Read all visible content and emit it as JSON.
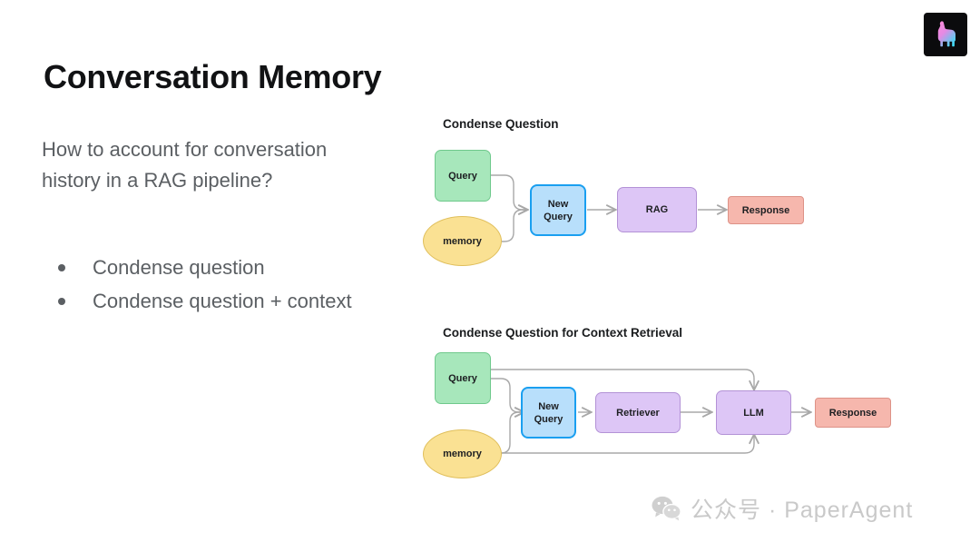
{
  "slide": {
    "title": "Conversation Memory",
    "lede": "How to account for conversation history in a RAG pipeline?",
    "bullets": [
      "Condense question",
      "Condense question + context"
    ]
  },
  "logo": {
    "name": "llamaindex-llama-logo",
    "background": "#0b0b0d",
    "gradient_from": "#ff7ad9",
    "gradient_to": "#3fd8f2"
  },
  "palette": {
    "query_fill": "#a7e7bb",
    "query_border": "#6fc98c",
    "memory_fill": "#fae193",
    "memory_border": "#e0bf5c",
    "newquery_fill": "#b8dffb",
    "newquery_border": "#1a9ff0",
    "purple_fill": "#ddc6f6",
    "purple_border": "#b392d6",
    "pink_fill": "#f6b7ad",
    "pink_border": "#dd9287",
    "wire": "#a8a8a8",
    "body_text": "#5b5f63",
    "heading_text": "#111214"
  },
  "diagram1": {
    "caption": "Condense Question",
    "nodes": {
      "query": "Query",
      "memory": "memory",
      "new_query_line1": "New",
      "new_query_line2": "Query",
      "rag": "RAG",
      "response": "Response"
    },
    "edges": [
      {
        "from": "Query",
        "to": "New Query"
      },
      {
        "from": "memory",
        "to": "New Query"
      },
      {
        "from": "New Query",
        "to": "RAG"
      },
      {
        "from": "RAG",
        "to": "Response"
      }
    ]
  },
  "diagram2": {
    "caption": "Condense Question for Context Retrieval",
    "nodes": {
      "query": "Query",
      "memory": "memory",
      "new_query_line1": "New",
      "new_query_line2": "Query",
      "retriever": "Retriever",
      "llm": "LLM",
      "response": "Response"
    },
    "edges": [
      {
        "from": "Query",
        "to": "New Query"
      },
      {
        "from": "memory",
        "to": "New Query"
      },
      {
        "from": "New Query",
        "to": "Retriever"
      },
      {
        "from": "Retriever",
        "to": "LLM"
      },
      {
        "from": "Query",
        "to": "LLM"
      },
      {
        "from": "memory",
        "to": "LLM"
      },
      {
        "from": "LLM",
        "to": "Response"
      }
    ]
  },
  "watermark": {
    "icon": "wechat-icon",
    "text": "公众号 · PaperAgent"
  }
}
